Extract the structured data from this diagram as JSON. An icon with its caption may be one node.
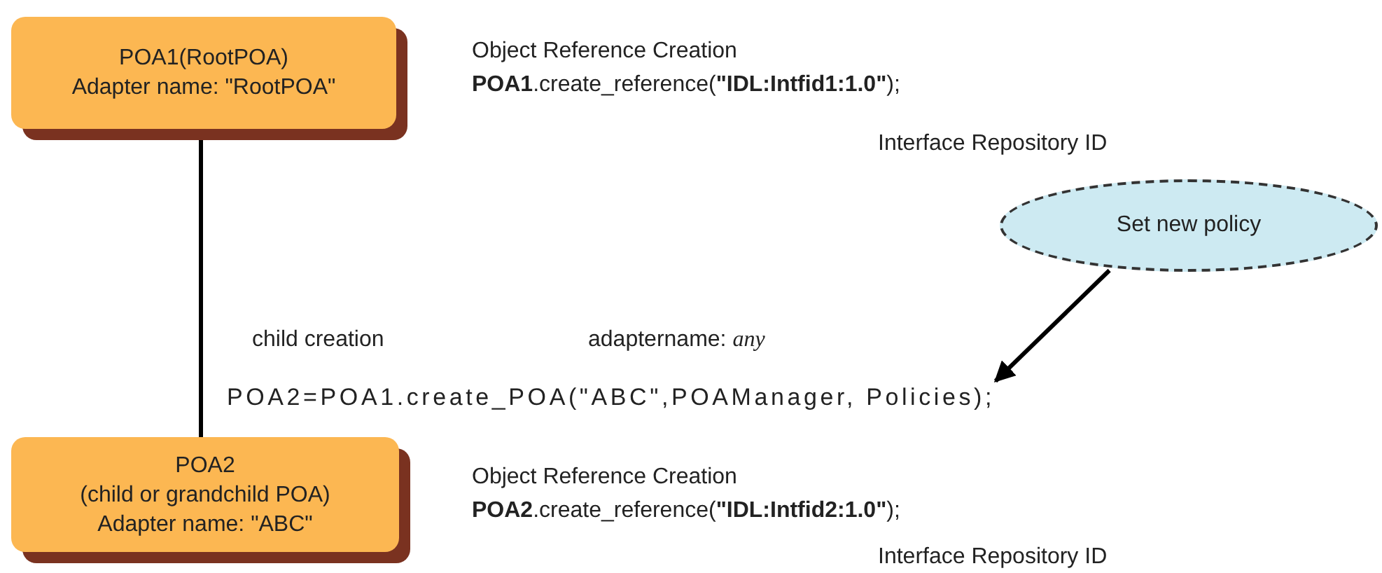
{
  "diagram": {
    "nodes": [
      {
        "text": [
          "POA1(RootPOA)",
          "Adapter name: \"RootPOA\""
        ]
      },
      {
        "text": [
          "POA2",
          "(child or grandchild POA)",
          "Adapter name: \"ABC\""
        ]
      },
      {
        "text": [
          "Set new policy"
        ]
      },
      {
        "text": [
          "POA2=POA1.create_POA(\"ABC\",POAManager, Policies);"
        ]
      }
    ],
    "edges": [
      {
        "from": 0,
        "to": 1,
        "arrow": "none"
      },
      {
        "from": 2,
        "to": 3,
        "arrow": "to"
      }
    ],
    "labels": [
      "Object Reference Creation",
      "**POA1**.create_reference(**\"IDL:Intfid1:1.0\"**);",
      "Interface Repository ID",
      "child creation",
      "adaptername: *any*",
      "Object Reference Creation",
      "**POA2**.create_reference(**\"IDL:Intfid2:1.0\"**);",
      "Interface Repository ID"
    ]
  }
}
